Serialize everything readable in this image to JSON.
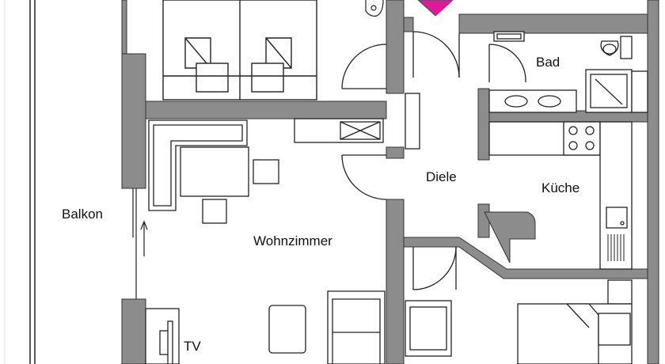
{
  "floorplan": {
    "rooms": {
      "balkon": "Balkon",
      "wohnzimmer": "Wohnzimmer",
      "diele": "Diele",
      "kueche": "Küche",
      "bad": "Bad",
      "tv": "TV"
    },
    "marker": {
      "name": "location-marker",
      "color": "#e0199a"
    },
    "wall_color": "#8c8c8c"
  }
}
